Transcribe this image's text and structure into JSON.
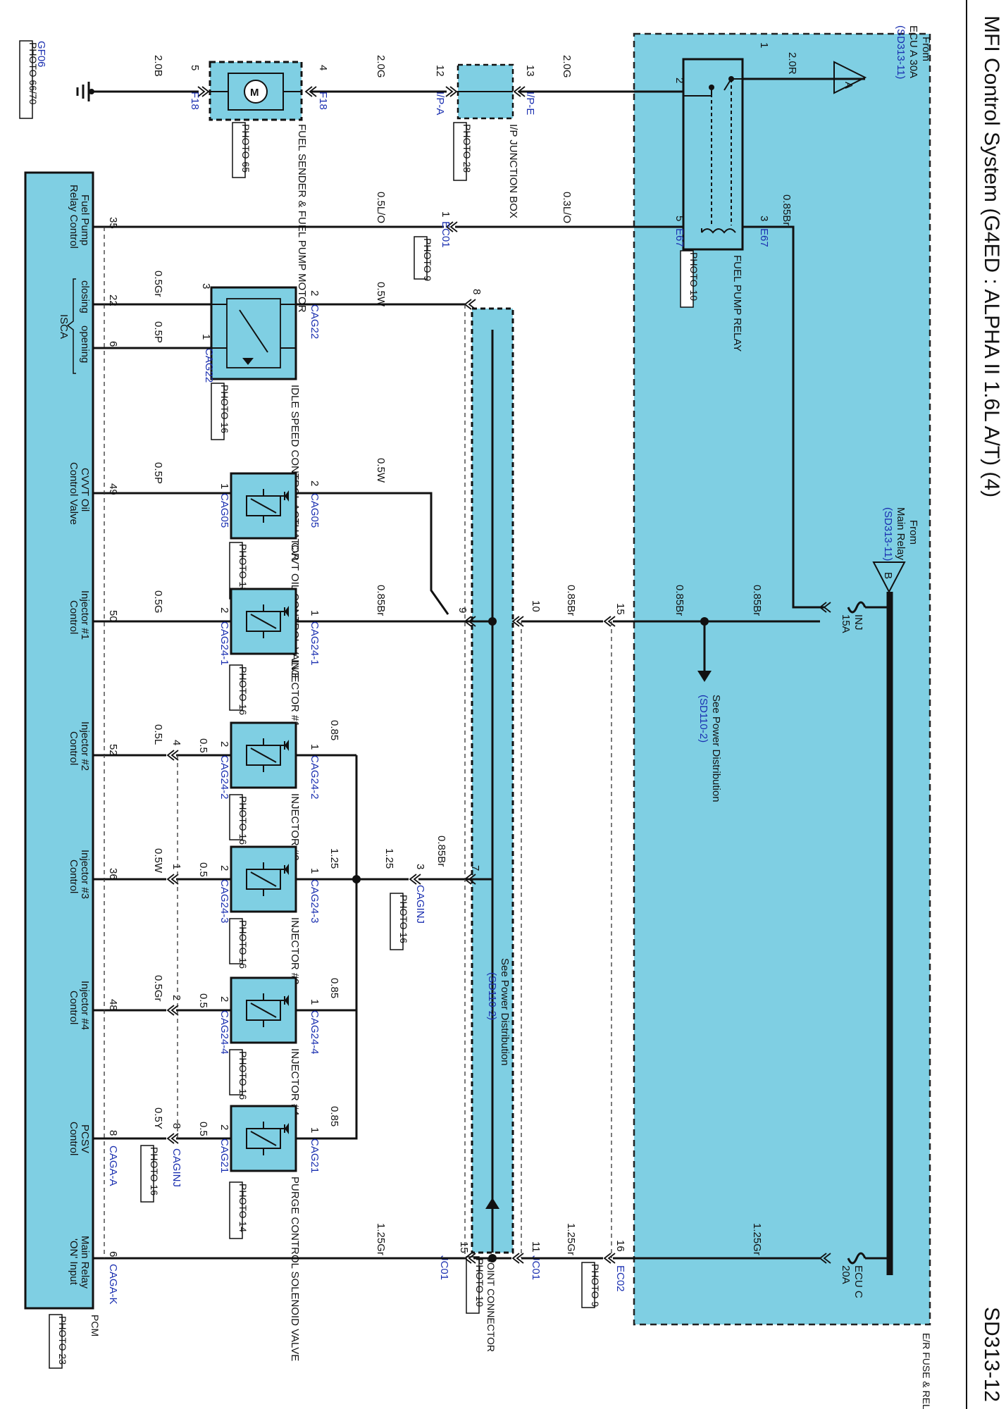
{
  "title": "MFI Control System (G4ED : ALPHA II 1.6L A/T) (4)",
  "page_id": "SD313-12",
  "colors": {
    "fill": "#7fcfe3",
    "wire": "#111111",
    "ref": "#1a2fb0"
  },
  "er_box": {
    "label": "E/R FUSE & RELAY BOX"
  },
  "pcm": {
    "label": "PCM",
    "photo": "PHOTO 23"
  },
  "joint": {
    "label": "JOINT CONNECTOR",
    "photo": "PHOTO 10",
    "conn_a": "JC01",
    "conn_b": "JC01"
  },
  "source_a": {
    "letter": "A",
    "from": "From",
    "line1": "ECU A 30A",
    "ref": "(SD313-11)"
  },
  "source_b": {
    "letter": "B",
    "from": "From",
    "line1": "Main Relay",
    "ref": "(SD313-11)"
  },
  "fuses": {
    "inj": {
      "name": "INJ",
      "rating": "15A"
    },
    "ecuc": {
      "name": "ECU C",
      "rating": "20A"
    }
  },
  "relay": {
    "name": "FUEL PUMP RELAY",
    "photo": "PHOTO 10",
    "conn": "E67",
    "conn2": "E67",
    "pin1": "1",
    "pin2": "2",
    "pin3": "3",
    "pin5": "5"
  },
  "ground": {
    "conn": "GF06",
    "photo": "PHOTO 66/70"
  },
  "fuel_pump": {
    "name": "FUEL SENDER & FUEL PUMP MOTOR",
    "photo": "PHOTO 65",
    "conn": "F18",
    "conn2": "F18",
    "pin_l": "5",
    "pin_r": "4"
  },
  "jbox": {
    "name": "I/P JUNCTION BOX",
    "photo": "PHOTO 28",
    "conn_l": "I/P-A",
    "conn_r": "I/P-E",
    "pin_l": "12",
    "pin_r": "13"
  },
  "ec01": {
    "conn": "EC01",
    "photo": "PHOTO 9",
    "pin": "1"
  },
  "ec02": {
    "conn": "EC02",
    "photo": "PHOTO 9",
    "pin15": "15",
    "pin16": "16"
  },
  "isca": {
    "name": "IDLE SPEED CONTROL ACTUATOR",
    "photo": "PHOTO 16",
    "conn": "CAG22",
    "conn2": "CAG22",
    "pin2": "2",
    "pin3": "3",
    "pin1": "1"
  },
  "cvvt": {
    "name": "CVVT OIL CONTROL VALVE",
    "photo": "PHOTO 13",
    "conn": "CAG05",
    "conn2": "CAG05",
    "pin1": "1",
    "pin2": "2"
  },
  "inj1": {
    "name": "INJECTOR #1",
    "photo": "PHOTO 16",
    "conn": "CAG24-1",
    "conn2": "CAG24-1",
    "pin1": "1",
    "pin2": "2"
  },
  "inj2": {
    "name": "INJECTOR #2",
    "photo": "PHOTO 16",
    "conn": "CAG24-2",
    "conn2": "CAG24-2",
    "pin1": "1",
    "pin2": "2"
  },
  "inj3": {
    "name": "INJECTOR #3",
    "photo": "PHOTO 16",
    "conn": "CAG24-3",
    "conn2": "CAG24-3",
    "pin1": "1",
    "pin2": "2"
  },
  "inj4": {
    "name": "INJECTOR #4",
    "photo": "PHOTO 16",
    "conn": "CAG24-4",
    "conn2": "CAG24-4",
    "pin1": "1",
    "pin2": "2"
  },
  "pcsv": {
    "name": "PURGE CONTROL SOLENOID VALVE",
    "photo": "PHOTO 14",
    "conn": "CAG21",
    "conn2": "CAG21",
    "pin1": "1",
    "pin2": "2"
  },
  "caginj_a": {
    "conn": "CAGINJ",
    "photo": "PHOTO 16",
    "pin": "3"
  },
  "caginj_b": {
    "conn": "CAGINJ",
    "photo": "PHOTO 16"
  },
  "caga_a": {
    "conn": "CAGA-A"
  },
  "caga_k": {
    "conn": "CAGA-K"
  },
  "see_pd_1": {
    "text": "See Power Distribution",
    "ref": "(SD110-2)"
  },
  "see_pd_2": {
    "text": "See Power Distribution",
    "ref": "(SD110-2)"
  },
  "pcm_pins": {
    "fuel_pump": {
      "pin": "35",
      "label1": "Fuel Pump",
      "label2": "Relay Control"
    },
    "isca_closing": {
      "pin": "22",
      "label": "closing"
    },
    "isca_opening": {
      "pin": "6",
      "label": "opening"
    },
    "isca": {
      "label": "ISCA"
    },
    "cvvt": {
      "pin": "49",
      "label1": "CVVT Oil",
      "label2": "Control Valve"
    },
    "inj1": {
      "pin": "50",
      "label1": "Injector #1",
      "label2": "Control"
    },
    "inj2": {
      "pin": "52",
      "label1": "Injector #2",
      "label2": "Control"
    },
    "inj3": {
      "pin": "36",
      "label1": "Injector #3",
      "label2": "Control"
    },
    "inj4": {
      "pin": "48",
      "label1": "Injector #4",
      "label2": "Control"
    },
    "pcsv": {
      "pin": "8",
      "label1": "PCSV",
      "label2": "Control"
    },
    "main_relay": {
      "pin": "6",
      "label1": "Main Relay",
      "label2": "'ON' Input"
    }
  },
  "pins": {
    "jc_8": "8",
    "jc_9": "9",
    "jc_10": "10",
    "jc_7": "7",
    "jc_11": "11",
    "jc_15": "15",
    "c_inj2": "4",
    "c_inj3": "1",
    "c_inj4": "2",
    "c_pcsv": "8"
  },
  "wires": {
    "w_2_0R": "2.0R",
    "w_2_0G_a": "2.0G",
    "w_2_0G_b": "2.0G",
    "w_2_0B": "2.0B",
    "w_0_85Br_relay": "0.85Br",
    "w_0_3LO": "0.3L/O",
    "w_0_5LO": "0.5L/O",
    "w_0_5W_isca": "0.5W",
    "w_0_5Gr_isca": "0.5Gr",
    "w_0_5P_isca": "0.5P",
    "w_0_5W_cvvt": "0.5W",
    "w_0_5P_cvvt": "0.5P",
    "w_0_85Br_b1": "0.85Br",
    "w_0_85Br_b2": "0.85Br",
    "w_0_85Br_b3": "0.85Br",
    "w_0_85Br_inj1": "0.85Br",
    "w_0_5G_inj1": "0.5G",
    "w_0_85_inj2": "0.85",
    "w_0_5_inj2": "0.5",
    "w_0_5L_inj2": "0.5L",
    "w_0_85Br_jc7": "0.85Br",
    "w_1_25_a": "1.25",
    "w_1_25_b": "1.25",
    "w_0_5_inj3": "0.5",
    "w_0_5W_inj3": "0.5W",
    "w_0_85_inj4": "0.85",
    "w_0_5_inj4": "0.5",
    "w_0_5Gr_inj4": "0.5Gr",
    "w_0_85_pcsv": "0.85",
    "w_0_5_pcsv": "0.5",
    "w_0_5Y_pcsv": "0.5Y",
    "w_1_25Gr_a": "1.25Gr",
    "w_1_25Gr_b": "1.25Gr",
    "w_1_25Gr_c": "1.25Gr"
  }
}
